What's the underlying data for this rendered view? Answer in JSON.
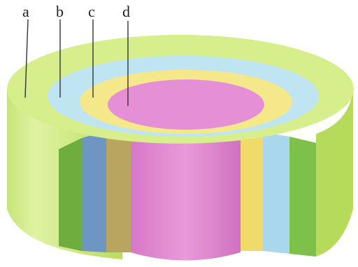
{
  "labels": {
    "a": "a",
    "b": "b",
    "c": "c",
    "d": "d"
  },
  "colors": {
    "layer_a": "#d6ee8c",
    "layer_a_side": "#b7dc5c",
    "layer_a_cut": "#6fae3e",
    "layer_b": "#bfe4f2",
    "layer_b_cut": "#6f95c3",
    "layer_c": "#f5e88a",
    "layer_c_cut": "#c9b45a",
    "layer_d": "#e58fd6",
    "layer_d_side": "#de7fd0",
    "leader": "#333333"
  }
}
